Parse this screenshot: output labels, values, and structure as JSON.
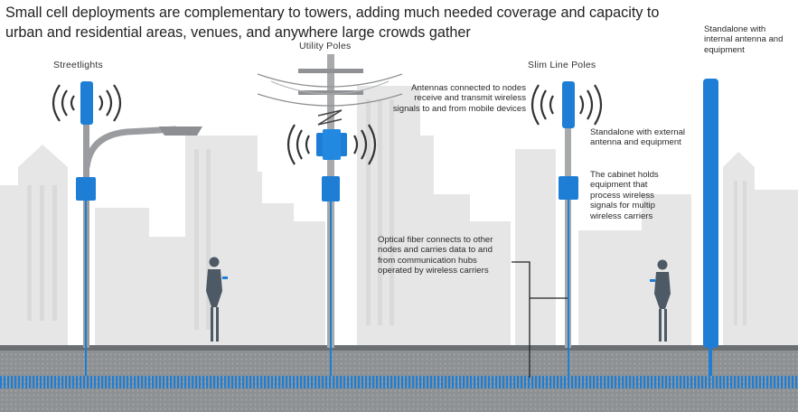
{
  "headline": "Small cell deployments are complementary to towers, adding much needed coverage and capacity to urban and residential areas, venues, and anywhere large crowds gather",
  "labels": {
    "streetlights": "Streetlights",
    "utility_poles": "Utility Poles",
    "slim_line_poles": "Slim Line Poles",
    "standalone_internal": "Standalone with internal antenna and equipment"
  },
  "annotations": {
    "antennas": "Antennas connected to nodes receive and transmit wireless signals to and from mobile devices",
    "standalone_external": "Standalone with external antenna and equipment",
    "cabinet": "The cabinet holds equipment that process wireless signals for multip wireless carriers",
    "fiber": "Optical fiber connects to other nodes and carries data to and from communication hubs operated by wireless carriers"
  },
  "colors": {
    "accent_blue": "#1e7ed6",
    "skyline_gray": "#e4e4e4",
    "pole_gray": "#9a9c9f",
    "ground_gray": "#8f9294"
  },
  "icons": [
    "streetlight",
    "utility-pole",
    "slim-line-pole",
    "standalone-pole",
    "antenna",
    "signal-waves",
    "equipment-cabinet",
    "pedestrian",
    "fiber-cable"
  ]
}
